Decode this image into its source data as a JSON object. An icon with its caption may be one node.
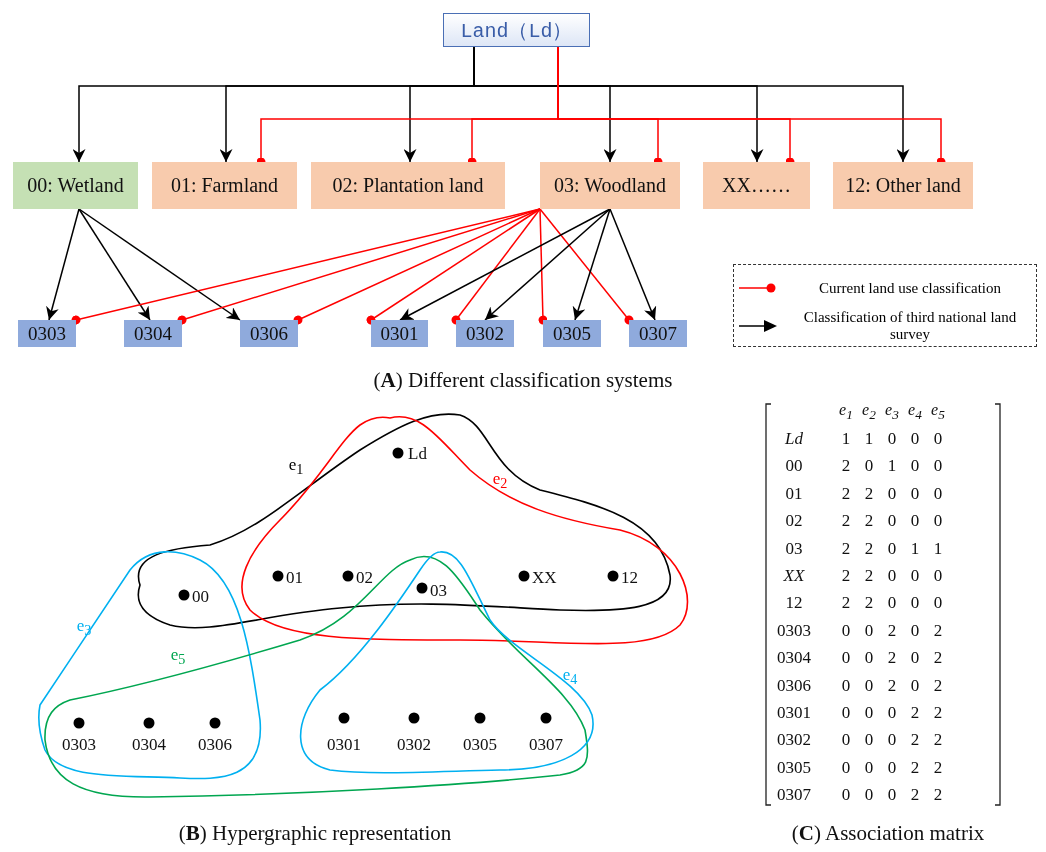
{
  "diagram": {
    "nodes": [
      {
        "text": [
          "Land（Ld）"
        ]
      },
      {
        "text": [
          "00: Wetland"
        ]
      },
      {
        "text": [
          "01: Farmland"
        ]
      },
      {
        "text": [
          "02: Plantation land"
        ]
      },
      {
        "text": [
          "03: Woodland"
        ]
      },
      {
        "text": [
          "XX……"
        ]
      },
      {
        "text": [
          "12: Other land"
        ]
      },
      {
        "text": [
          "0303"
        ]
      },
      {
        "text": [
          "0304"
        ]
      },
      {
        "text": [
          "0306"
        ]
      },
      {
        "text": [
          "0301"
        ]
      },
      {
        "text": [
          "0302"
        ]
      },
      {
        "text": [
          "0305"
        ]
      },
      {
        "text": [
          "0307"
        ]
      }
    ],
    "edges": [
      {
        "from": 0,
        "to": 1,
        "arrow": "to"
      },
      {
        "from": 0,
        "to": 2,
        "arrow": "to"
      },
      {
        "from": 0,
        "to": 3,
        "arrow": "to"
      },
      {
        "from": 0,
        "to": 4,
        "arrow": "to"
      },
      {
        "from": 0,
        "to": 5,
        "arrow": "to"
      },
      {
        "from": 0,
        "to": 6,
        "arrow": "to"
      },
      {
        "from": 0,
        "to": 2,
        "arrow": "other",
        "color": "#ff0000"
      },
      {
        "from": 0,
        "to": 3,
        "arrow": "other",
        "color": "#ff0000"
      },
      {
        "from": 0,
        "to": 4,
        "arrow": "other",
        "color": "#ff0000"
      },
      {
        "from": 0,
        "to": 5,
        "arrow": "other",
        "color": "#ff0000"
      },
      {
        "from": 0,
        "to": 6,
        "arrow": "other",
        "color": "#ff0000"
      },
      {
        "from": 1,
        "to": 7,
        "arrow": "to"
      },
      {
        "from": 1,
        "to": 8,
        "arrow": "to"
      },
      {
        "from": 1,
        "to": 9,
        "arrow": "to"
      },
      {
        "from": 4,
        "to": 7,
        "arrow": "other",
        "color": "#ff0000"
      },
      {
        "from": 4,
        "to": 8,
        "arrow": "other",
        "color": "#ff0000"
      },
      {
        "from": 4,
        "to": 9,
        "arrow": "other",
        "color": "#ff0000"
      },
      {
        "from": 4,
        "to": 10,
        "arrow": "other",
        "color": "#ff0000"
      },
      {
        "from": 4,
        "to": 11,
        "arrow": "other",
        "color": "#ff0000"
      },
      {
        "from": 4,
        "to": 12,
        "arrow": "other",
        "color": "#ff0000"
      },
      {
        "from": 4,
        "to": 13,
        "arrow": "other",
        "color": "#ff0000"
      },
      {
        "from": 4,
        "to": 10,
        "arrow": "to"
      },
      {
        "from": 4,
        "to": 11,
        "arrow": "to"
      },
      {
        "from": 4,
        "to": 12,
        "arrow": "to"
      },
      {
        "from": 4,
        "to": 13,
        "arrow": "to"
      }
    ],
    "labels": [
      "(**A**) Different classification systems",
      "Ld",
      "e$_{1}$",
      "e$_{2}$",
      "00",
      "01",
      "02",
      "03",
      "XX",
      "12",
      "e$_{3}$",
      "e$_{5}$",
      "e$_{4}$",
      "0303",
      "0304",
      "0306",
      "0301",
      "0302",
      "0305",
      "0307",
      "e$_{1}$",
      "e$_{2}$",
      "e$_{3}$",
      "e$_{4}$",
      "e$_{5}$",
      "Ld",
      "1",
      "1",
      "0",
      "0",
      "0",
      "00",
      "2",
      "0",
      "1",
      "0",
      "0",
      "01",
      "2",
      "2",
      "0",
      "0",
      "0",
      "02",
      "2",
      "2",
      "0",
      "0",
      "0",
      "03",
      "2",
      "2",
      "0",
      "1",
      "1",
      "XX",
      "2",
      "2",
      "0",
      "0",
      "0",
      "12",
      "2",
      "2",
      "0",
      "0",
      "0",
      "0303",
      "0",
      "0",
      "2",
      "0",
      "2",
      "0304",
      "0",
      "0",
      "2",
      "0",
      "2",
      "0306",
      "0",
      "0",
      "2",
      "0",
      "2",
      "0301",
      "0",
      "0",
      "0",
      "2",
      "2",
      "0302",
      "0",
      "0",
      "0",
      "2",
      "2",
      "0305",
      "0",
      "0",
      "0",
      "2",
      "2",
      "0307",
      "0",
      "0",
      "0",
      "2",
      "2",
      "(**B**) Hypergraphic representation",
      "(**C**) Association matrix"
    ],
    "legend": [
      {
        "text": "Current land use classification"
      },
      {
        "text": "Classification of third national land survey"
      }
    ]
  }
}
